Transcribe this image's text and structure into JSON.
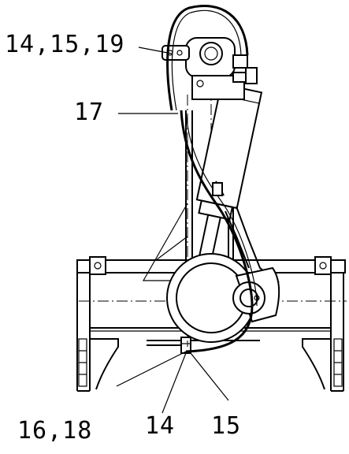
{
  "callouts": {
    "top_left": "14,15,19",
    "left_middle": "17",
    "bottom_left": "16,18",
    "bottom_center": "14",
    "bottom_right": "15"
  }
}
